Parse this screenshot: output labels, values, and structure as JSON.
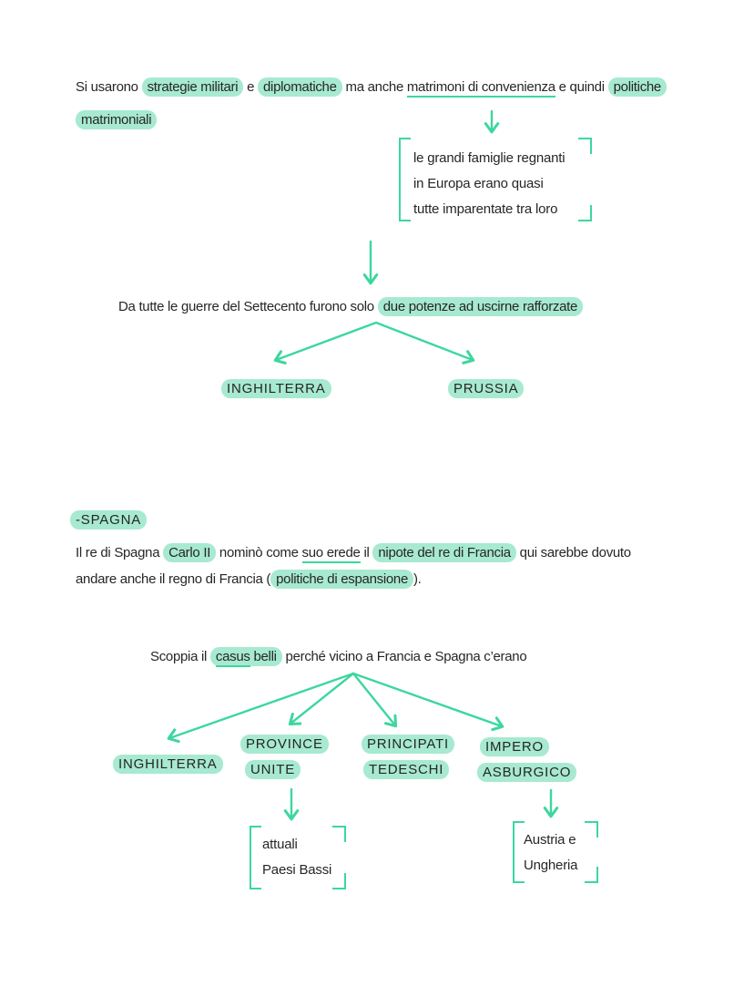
{
  "colors": {
    "accent": "#3cd79e",
    "highlight": "#a7e9d1",
    "ink": "#262626",
    "background": "#ffffff"
  },
  "icons": {
    "down-arrow": "hand-drawn open-V arrow",
    "branch-arrow": "hand-drawn diagonal open-V arrow",
    "note-brackets": "square corner brackets around note text"
  },
  "intro": {
    "seg1": "Si usarono ",
    "hl_military": "strategie militari",
    "seg2": " e ",
    "hl_diplomatic": "diplomatiche",
    "seg3": " ma anche ",
    "ul_marriages": "matrimoni di convenienza",
    "seg4": " e quindi ",
    "hl_politics": "politiche",
    "hl_matrimonial": "matrimoniali"
  },
  "family_note": {
    "line1": "le grandi famiglie regnanti",
    "line2": "in Europa erano quasi",
    "line3": "tutte imparentate tra loro"
  },
  "powers": {
    "seg1": "Da tutte le guerre del Settecento furono solo ",
    "hl_two_powers": "due potenze ad uscirne rafforzate",
    "left_label": "INGHILTERRA",
    "right_label": "PRUSSIA"
  },
  "spain": {
    "header": "-SPAGNA",
    "seg1": "Il re di Spagna ",
    "hl_carlo": "Carlo II",
    "seg2": " nominò come ",
    "ul_heir": "suo erede",
    "seg3": " il ",
    "hl_nephew": "nipote del re di Francia",
    "seg4": " qui sarebbe dovuto",
    "line2_seg1": "andare anche il regno di Francia (",
    "line2_hl": "politiche di espansione",
    "line2_seg2": ")."
  },
  "casus": {
    "seg1": "Scoppia il ",
    "ul_hl_word": "casus",
    "hl_rest": " belli",
    "seg2": " perché vicino a Francia e Spagna c’erano"
  },
  "neighbors": {
    "england": "INGHILTERRA",
    "provinces_line1": "PROVINCE",
    "provinces_line2": "UNITE",
    "principalities_line1": "PRINCIPATI",
    "principalities_line2": "TEDESCHI",
    "empire_line1": "IMPERO",
    "empire_line2": "ASBURGICO"
  },
  "netherlands_note": {
    "line1": "attuali",
    "line2": "Paesi Bassi"
  },
  "austria_note": {
    "line1": "Austria e",
    "line2": "Ungheria"
  }
}
